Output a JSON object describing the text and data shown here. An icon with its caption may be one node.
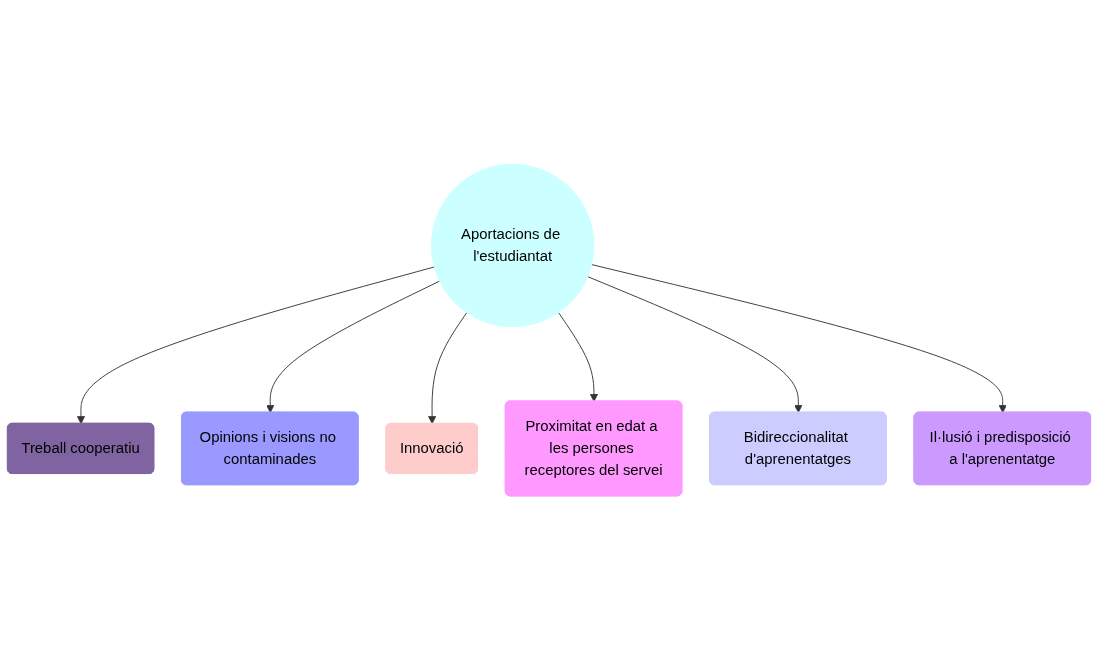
{
  "diagram": {
    "nodes": [
      {
        "text": [
          "Innovació"
        ]
      },
      {
        "text": [
          "Proximitat en edat a les persones receptores del servei"
        ]
      },
      {
        "text": [
          "Opinions i visions no contaminades"
        ]
      },
      {
        "text": [
          "Bidireccionalitat d'aprenentatges"
        ]
      },
      {
        "text": [
          "Treball cooperatiu"
        ]
      },
      {
        "text": [
          "Aportacions de l'estudiantat"
        ]
      },
      {
        "text": [
          "Il·lusió i predisposició a l'aprenentatge"
        ]
      }
    ],
    "edges": [
      {
        "from": 5,
        "to": 4,
        "arrow": "to"
      },
      {
        "from": 5,
        "to": 2,
        "arrow": "to"
      },
      {
        "from": 5,
        "to": 0,
        "arrow": "to"
      },
      {
        "from": 5,
        "to": 1,
        "arrow": "to"
      },
      {
        "from": 5,
        "to": 3,
        "arrow": "to"
      },
      {
        "from": 5,
        "to": 6,
        "arrow": "to"
      }
    ]
  }
}
